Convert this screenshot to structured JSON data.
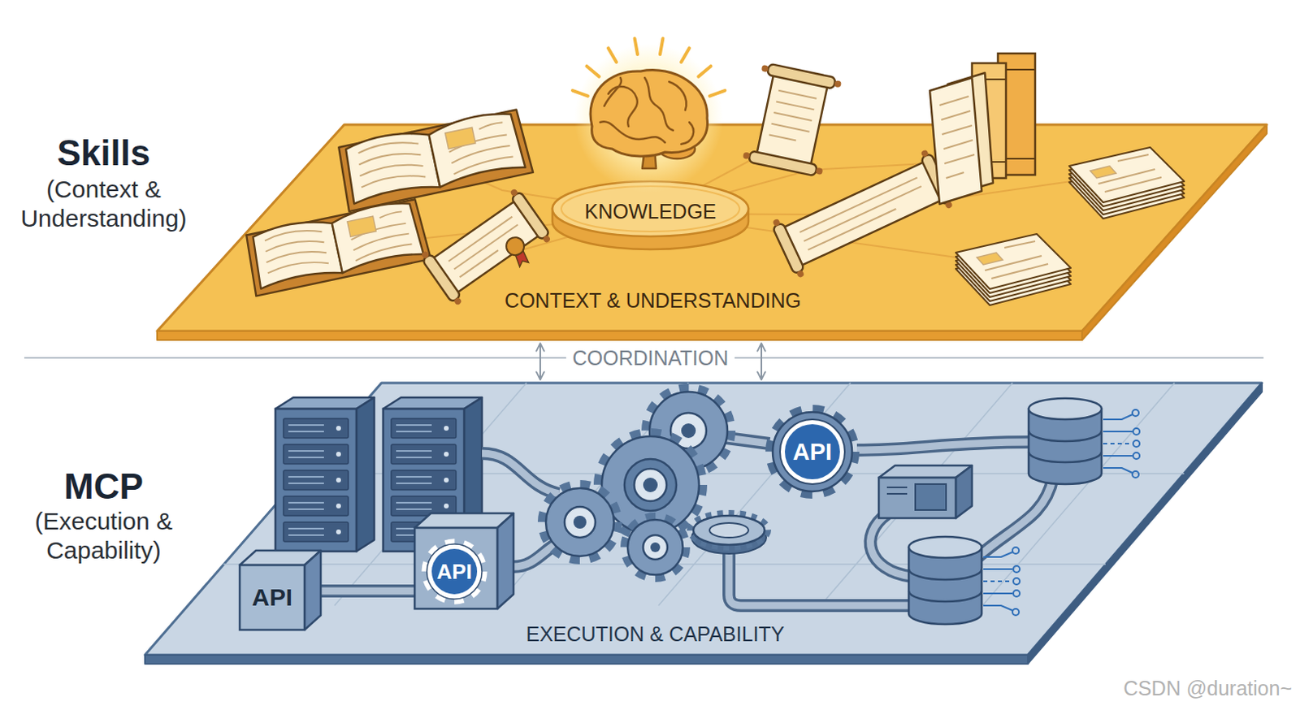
{
  "diagram": {
    "nodes": [
      {
        "text": [
          "Skills",
          "(Context & Understanding)",
          "CONTEXT & UNDERSTANDING"
        ]
      },
      {
        "text": [
          "KNOWLEDGE"
        ],
        "in": 0
      },
      {
        "text": [
          "MCP",
          "(Execution & Capability)",
          "EXECUTION & CAPABILITY"
        ]
      },
      {
        "text": [
          "API"
        ],
        "in": 2
      },
      {
        "text": [
          "API"
        ],
        "in": 2
      },
      {
        "text": [
          "API"
        ],
        "in": 2
      }
    ],
    "edges": [
      {
        "from": 0,
        "to": 2,
        "label": "COORDINATION",
        "arrow": "both"
      }
    ],
    "labels": [
      "CSDN @duration~"
    ]
  }
}
